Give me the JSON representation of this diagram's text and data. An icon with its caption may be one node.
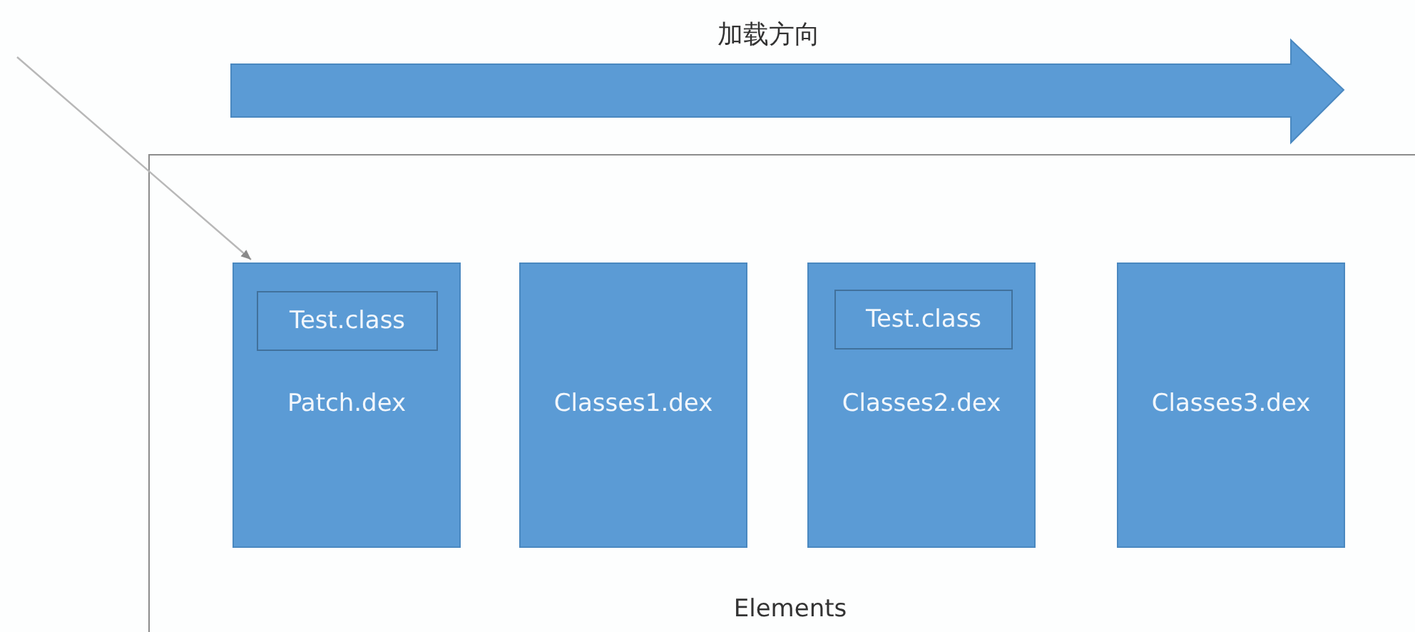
{
  "diagram": {
    "nodes": [
      {
        "text": [
          "Elements"
        ]
      },
      {
        "text": [
          "Patch.dex"
        ],
        "in": 0
      },
      {
        "text": [
          "Test.class"
        ],
        "in": 1
      },
      {
        "text": [
          "Classes1.dex"
        ],
        "in": 0
      },
      {
        "text": [
          "Classes2.dex"
        ],
        "in": 0
      },
      {
        "text": [
          "Test.class"
        ],
        "in": 4
      },
      {
        "text": [
          "Classes3.dex"
        ],
        "in": 0
      }
    ],
    "edges": [
      {
        "from": null,
        "to": 1,
        "arrow": "to"
      }
    ],
    "labels": [
      "加载方向"
    ]
  }
}
